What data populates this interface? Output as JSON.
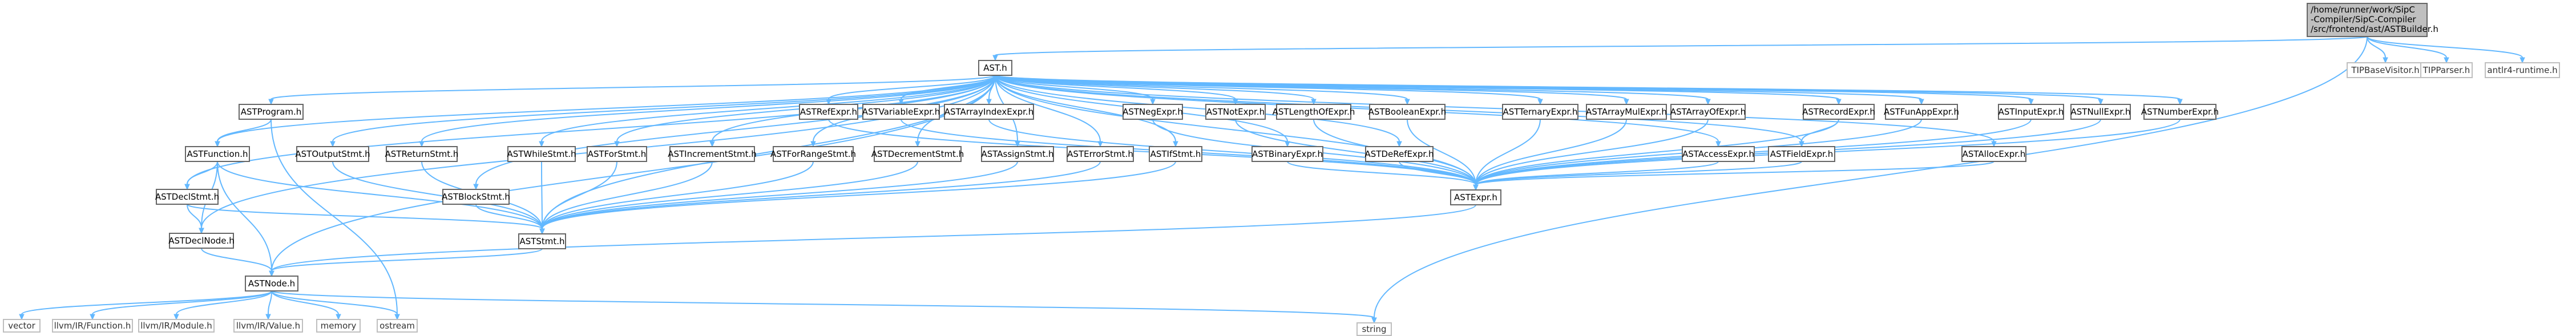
{
  "graph": {
    "root": [
      "/home/runner/work/SipC",
      "-Compiler/SipC-Compiler",
      "/src/frontend/ast/ASTBuilder.h"
    ],
    "nodes": {
      "root": "/home/runner/work/SipC-Compiler/SipC-Compiler/src/frontend/ast/ASTBuilder.h",
      "tip_base_visitor": "TIPBaseVisitor.h",
      "tip_parser": "TIPParser.h",
      "antlr4": "antlr4-runtime.h",
      "ast": "AST.h",
      "ast_program": "ASTProgram.h",
      "ast_ref_expr": "ASTRefExpr.h",
      "ast_variable_expr": "ASTVariableExpr.h",
      "ast_array_index_expr": "ASTArrayIndexExpr.h",
      "ast_neg_expr": "ASTNegExpr.h",
      "ast_not_expr": "ASTNotExpr.h",
      "ast_length_of_expr": "ASTLengthOfExpr.h",
      "ast_boolean_expr": "ASTBooleanExpr.h",
      "ast_ternary_expr": "ASTTernaryExpr.h",
      "ast_array_mul_expr": "ASTArrayMulExpr.h",
      "ast_array_of_expr": "ASTArrayOfExpr.h",
      "ast_record_expr": "ASTRecordExpr.h",
      "ast_fun_app_expr": "ASTFunAppExpr.h",
      "ast_input_expr": "ASTInputExpr.h",
      "ast_null_expr": "ASTNullExpr.h",
      "ast_number_expr": "ASTNumberExpr.h",
      "ast_function": "ASTFunction.h",
      "ast_output_stmt": "ASTOutputStmt.h",
      "ast_return_stmt": "ASTReturnStmt.h",
      "ast_while_stmt": "ASTWhileStmt.h",
      "ast_for_stmt": "ASTForStmt.h",
      "ast_increment_stmt": "ASTIncrementStmt.h",
      "ast_for_range_stmt": "ASTForRangeStmt.h",
      "ast_decrement_stmt": "ASTDecrementStmt.h",
      "ast_assign_stmt": "ASTAssignStmt.h",
      "ast_error_stmt": "ASTErrorStmt.h",
      "ast_if_stmt": "ASTIfStmt.h",
      "ast_binary_expr": "ASTBinaryExpr.h",
      "ast_deref_expr": "ASTDeRefExpr.h",
      "ast_access_expr": "ASTAccessExpr.h",
      "ast_field_expr": "ASTFieldExpr.h",
      "ast_alloc_expr": "ASTAllocExpr.h",
      "ast_decl_stmt": "ASTDeclStmt.h",
      "ast_block_stmt": "ASTBlockStmt.h",
      "ast_expr": "ASTExpr.h",
      "ast_decl_node": "ASTDeclNode.h",
      "ast_stmt": "ASTStmt.h",
      "ast_node": "ASTNode.h",
      "string": "string",
      "vector": "vector",
      "llvm_function": "llvm/IR/Function.h",
      "llvm_module": "llvm/IR/Module.h",
      "llvm_value": "llvm/IR/Value.h",
      "memory": "memory",
      "ostream": "ostream"
    }
  },
  "colors": {
    "edge": "#63b8ff",
    "node_border": "#666666",
    "root_fill": "#bfbfbf",
    "external_border": "#bfbfbf"
  }
}
